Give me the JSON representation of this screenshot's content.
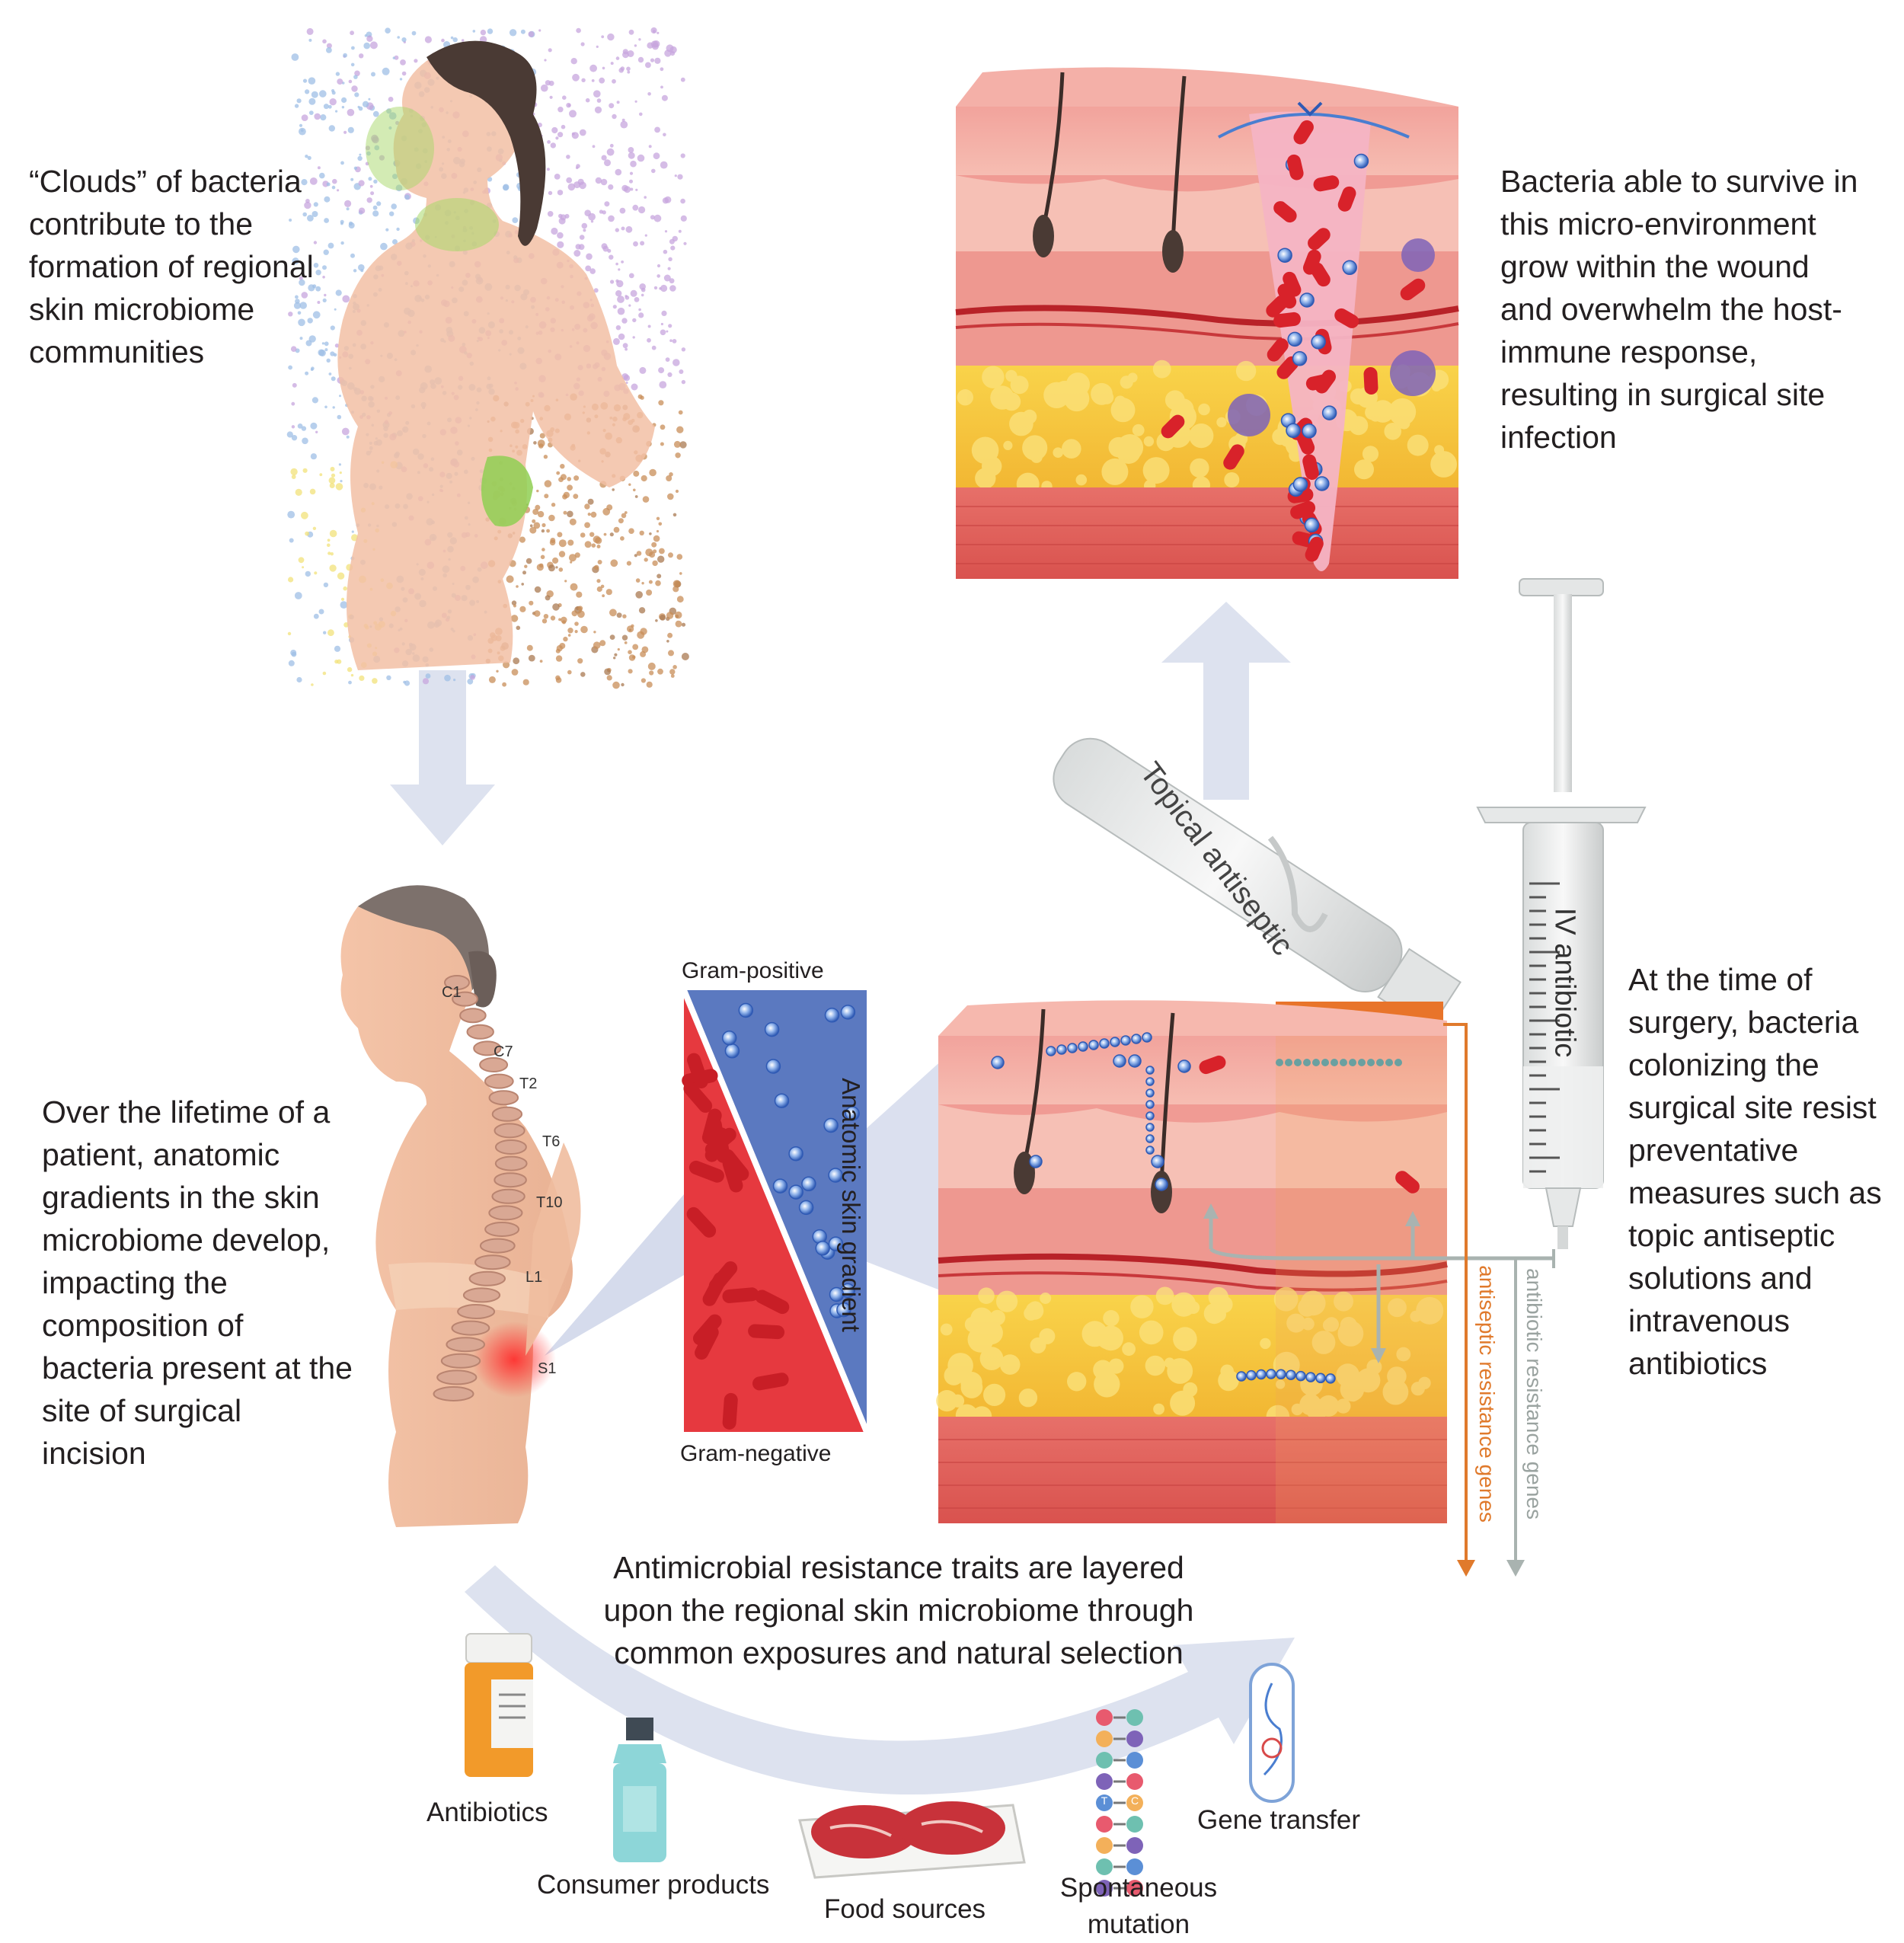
{
  "captions": {
    "clouds": "“Clouds” of bacteria contribute to the formation of regional skin microbiome communities",
    "infection": "Bacteria able to survive in this micro-environment grow within the wound and overwhelm the host-immune response, resulting in surgical site infection",
    "surgery": "At the time of surgery, bacteria colonizing the surgical site resist preventative measures such as topic antiseptic solutions and intravenous antibiotics",
    "lifetime": "Over the lifetime of a patient, anatomic gradients in the skin microbiome develop, impacting the composition of bacteria present at the site of surgical incision",
    "resistance": "Antimicrobial resistance traits are layered upon the regional skin microbiome through common exposures and natural selection"
  },
  "gradient": {
    "top": "Gram-positive",
    "bottom": "Gram-negative",
    "side": "Anatomic skin gradient"
  },
  "spine_labels": [
    "C1",
    "C7",
    "T2",
    "T6",
    "T10",
    "L1",
    "S1"
  ],
  "tools": {
    "antiseptic": "Topical antiseptic",
    "antibiotic": "IV antibiotic"
  },
  "genes": {
    "antiseptic": "antiseptic resistance genes",
    "antibiotic": "antibiotic resistance genes"
  },
  "exposures": {
    "antibiotics": "Antibiotics",
    "consumer": "Consumer products",
    "food": "Food sources",
    "mutation": "Spontaneous mutation",
    "gene_transfer": "Gene transfer"
  },
  "dna_letters": [
    "T",
    "C"
  ],
  "colors": {
    "arrow": "#dde2ef",
    "gram_positive": "#5b79c0",
    "gram_negative": "#e6393f",
    "antiseptic_gene": "#e07a2c",
    "antibiotic_gene": "#a9b3b0",
    "fat": "#f7cb3e",
    "skin": "#f2a8a2"
  }
}
